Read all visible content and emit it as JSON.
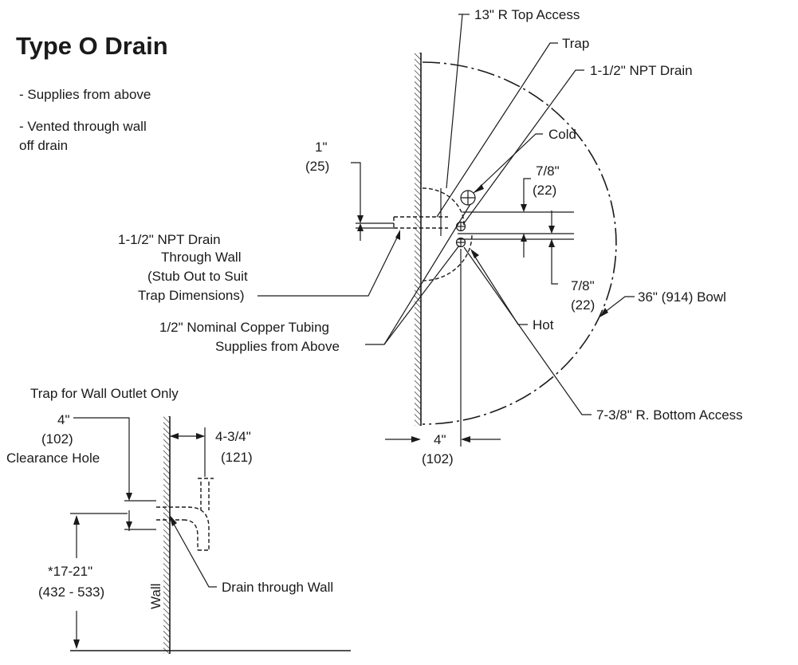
{
  "title": "Type O Drain",
  "notes": [
    "- Supplies from above",
    "- Vented through wall",
    "off drain"
  ],
  "callouts": {
    "top_access": "13\" R Top Access",
    "trap": "Trap",
    "npt_drain": "1-1/2\" NPT Drain",
    "cold": "Cold",
    "dim_1in": "1\"",
    "dim_1in_mm": "(25)",
    "dim_78_a": "7/8\"",
    "dim_78_a_mm": "(22)",
    "dim_78_b": "7/8\"",
    "dim_78_b_mm": "(22)",
    "bowl": "36\" (914) Bowl",
    "hot": "Hot",
    "bottom_access": "7-3/8\" R. Bottom Access",
    "dim_4in": "4\"",
    "dim_4in_mm": "(102)",
    "npt_wall_lines": [
      "1-1/2\" NPT Drain",
      "Through Wall",
      "(Stub Out to Suit",
      "Trap Dimensions)"
    ],
    "copper_lines": [
      "1/2\" Nominal Copper Tubing",
      "Supplies from Above"
    ]
  },
  "trap_detail": {
    "title": "Trap for Wall Outlet Only",
    "dim_4in": "4\"",
    "dim_4in_mm": "(102)",
    "clearance": "Clearance Hole",
    "dim_434": "4-3/4\"",
    "dim_434_mm": "(121)",
    "height": "*17-21\"",
    "height_mm": "(432 - 533)",
    "drain_wall": "Drain through Wall",
    "wall": "Wall"
  }
}
